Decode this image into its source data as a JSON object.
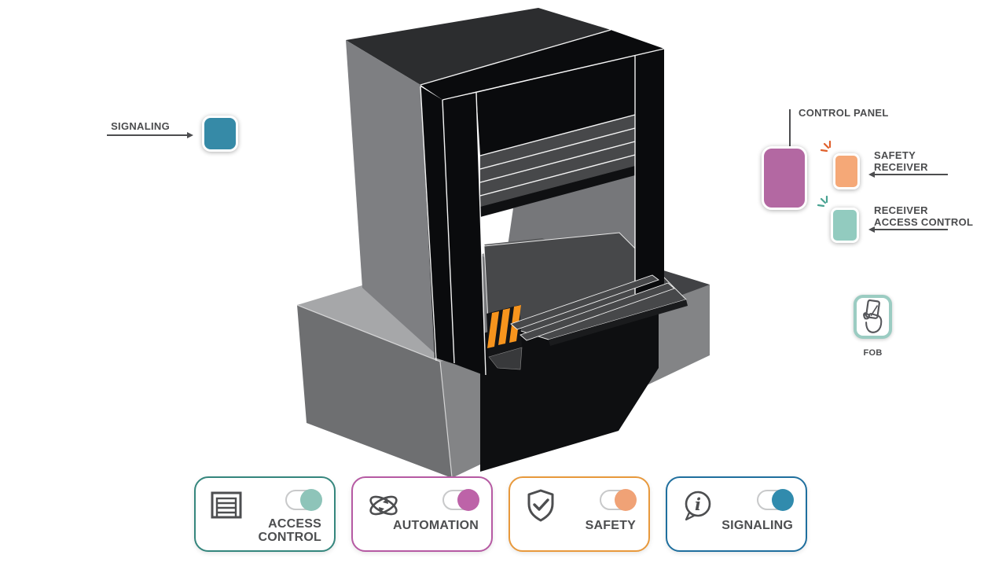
{
  "background_color": "#ffffff",
  "annotations": {
    "signaling": {
      "label": "SIGNALING",
      "swatch_color": "#368aa7"
    },
    "control_panel": {
      "label": "CONTROL PANEL",
      "swatch_color": "#b368a2"
    },
    "safety_receiver": {
      "lines": [
        "SAFETY",
        "RECEIVER"
      ],
      "swatch_color": "#f5a877",
      "sparkle_color": "#e0602c"
    },
    "receiver_access_control": {
      "lines": [
        "RECEIVER",
        "ACCESS CONTROL"
      ],
      "swatch_color": "#92cbbf",
      "sparkle_color": "#49a392"
    },
    "fob": {
      "label": "FOB",
      "border_color": "#9bccc2"
    }
  },
  "cards": [
    {
      "id": "access-control",
      "lines": [
        "ACCESS",
        "CONTROL"
      ],
      "icon": "garage-door",
      "border_color": "#35867d",
      "toggle_color": "#8ec4b9",
      "state": "on"
    },
    {
      "id": "automation",
      "lines": [
        "AUTOMATION"
      ],
      "icon": "orbit-arrows",
      "border_color": "#b65aa3",
      "toggle_color": "#bd63a8",
      "state": "on"
    },
    {
      "id": "safety",
      "lines": [
        "SAFETY"
      ],
      "icon": "shield-check",
      "border_color": "#e8993c",
      "toggle_color": "#f0a276",
      "state": "on"
    },
    {
      "id": "signaling",
      "lines": [
        "SIGNALING"
      ],
      "icon": "info-bubble",
      "border_color": "#1f6f9e",
      "toggle_color": "#318bad",
      "state": "on"
    }
  ],
  "illustration": {
    "hazard_stripe_color": "#f7941d"
  }
}
